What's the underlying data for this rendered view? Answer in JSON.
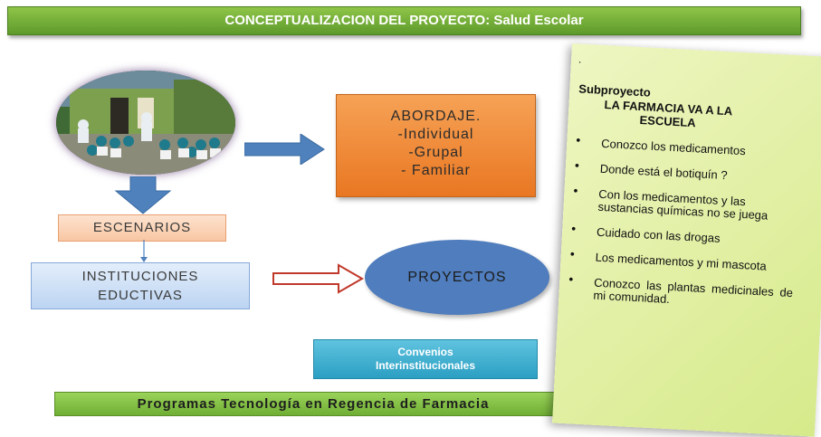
{
  "title": "CONCEPTUALIZACION DEL  PROYECTO: Salud Escolar",
  "abordaje": {
    "heading": "ABORDAJE.",
    "items": [
      "-Individual",
      "-Grupal",
      "- Familiar"
    ]
  },
  "escenarios": "ESCENARIOS",
  "instituciones": [
    "INSTITUCIONES",
    "EDUCTIVAS"
  ],
  "proyectos": "PROYECTOS",
  "convenios": [
    "Convenios",
    "Interinstitucionales"
  ],
  "footer": "Programas Tecnología en Regencia de Farmacia",
  "subproyecto": {
    "dot": ".",
    "label": "Subproyecto",
    "title": [
      "LA FARMACIA VA A LA",
      "ESCUELA"
    ],
    "items": [
      "Conozco los medicamentos",
      "Donde está el botiquín ?",
      "Con los medicamentos y las sustancias químicas no se juega",
      "Cuidado con las drogas",
      "Los medicamentos y mi mascota",
      "Conozco las plantas medicinales de mi comunidad."
    ]
  }
}
